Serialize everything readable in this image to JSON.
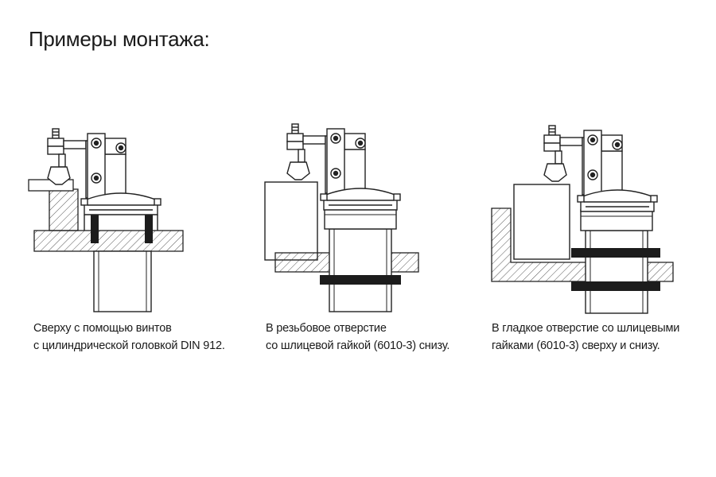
{
  "title": "Примеры монтажа:",
  "examples": [
    {
      "line1": "Сверху с помощью винтов",
      "line2": "с цилиндрической головкой DIN 912."
    },
    {
      "line1": "В резьбовое отверстие",
      "line2": "со шлицевой гайкой (6010-3) снизу."
    },
    {
      "line1": "В гладкое отверстие со шлицевыми",
      "line2": "гайками (6010-3) сверху и снизу."
    }
  ],
  "colors": {
    "line": "#222222",
    "dark": "#1c1c1c",
    "hatch": "#444444"
  }
}
